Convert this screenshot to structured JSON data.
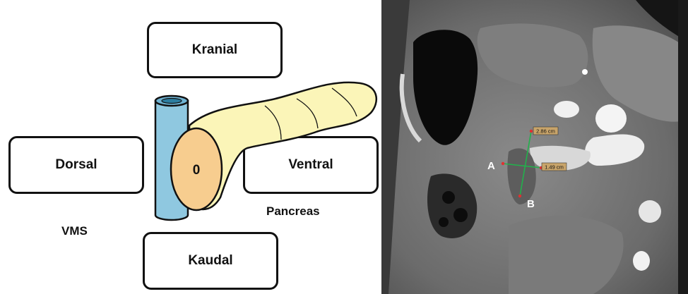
{
  "diagram": {
    "directions": {
      "cranial": "Kranial",
      "caudal": "Kaudal",
      "dorsal": "Dorsal",
      "ventral": "Ventral"
    },
    "labels": {
      "vms": "VMS",
      "pancreas": "Pancreas",
      "lumen_marker": "0"
    },
    "colors": {
      "vessel": "#8fc8e0",
      "pancreas_body": "#fbf5b8",
      "pancreas_cut_surface": "#f7cd8f",
      "outline": "#111111"
    }
  },
  "ct_image": {
    "point_labels": {
      "a": "A",
      "b": "B"
    },
    "measurements": {
      "long_axis": "2.86 cm",
      "short_axis": "1.49 cm"
    },
    "colors": {
      "measurement_line": "#22b14c",
      "measurement_tag": "#c8a46a"
    }
  }
}
